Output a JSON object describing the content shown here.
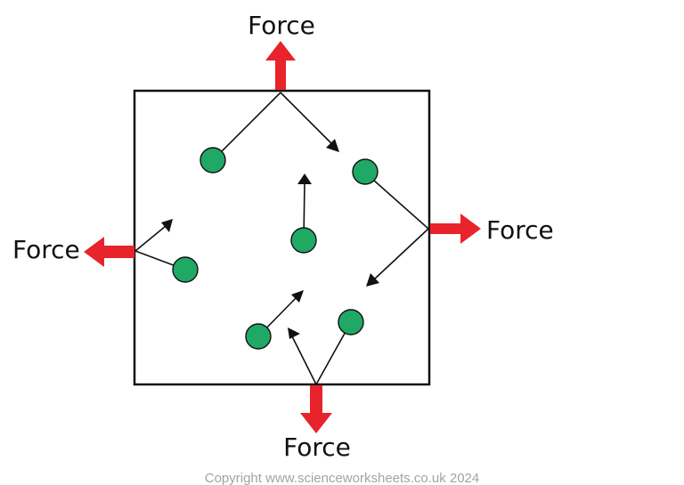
{
  "labels": {
    "force_top": "Force",
    "force_right": "Force",
    "force_left": "Force",
    "force_bottom": "Force"
  },
  "copyright": "Copyright www.scienceworksheets.co.uk 2024",
  "colors": {
    "force_arrow": "#e8232b",
    "particle": "#20a865",
    "outline": "#111111",
    "copyright_text": "#a3a3a3"
  }
}
